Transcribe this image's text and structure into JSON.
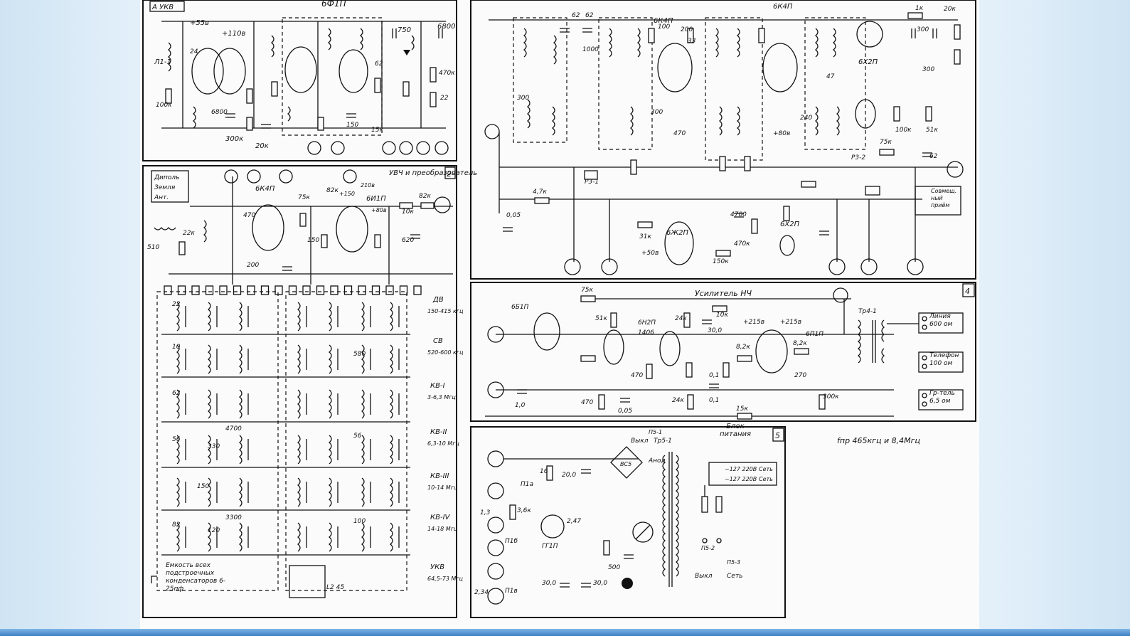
{
  "panels": {
    "p1": {
      "tube": "6Ф1П",
      "label_tr": "А УКВ"
    },
    "p2": {
      "number": "2",
      "title": "УВЧ и преобразователь",
      "tubes": [
        "6К4П",
        "6И1П"
      ],
      "inputs": [
        "Диполь",
        "Земля",
        "Ант."
      ],
      "bands": [
        {
          "name": "ДВ",
          "range": "150-415 кгц"
        },
        {
          "name": "СВ",
          "range": "520-600 кгц"
        },
        {
          "name": "КВ-I",
          "range": "3-6,3 Мгц"
        },
        {
          "name": "КВ-II",
          "range": "6,3-10 Мгц"
        },
        {
          "name": "КВ-III",
          "range": "10-14 Мгц"
        },
        {
          "name": "КВ-IV",
          "range": "14-18 Мгц"
        },
        {
          "name": "УКВ",
          "range": "64,5-73 Мгц"
        }
      ],
      "note": "Емкость всех подстроечных конденсаторов 6-25пф"
    },
    "p3": {
      "tubes": [
        "6К4П",
        "6К4П",
        "6Х2П",
        "6Ж2П",
        "6Х2П"
      ],
      "relay": "Р3-1",
      "relay2": "Р3-2",
      "separate_label": "Совмещ. ный приём"
    },
    "p4": {
      "number": "4",
      "title": "Усилитель НЧ",
      "tubes": [
        "6Б1П",
        "6Н2П",
        "6П1П"
      ],
      "transformer": "Тр4-1",
      "outputs": [
        "Линия 600 ом",
        "Телефон 100 ом",
        "Гр-тель 6,5 ом"
      ]
    },
    "p5": {
      "number": "5",
      "title": "Блок питания",
      "transformer": "Тр5-1",
      "mains": [
        "~127 220В",
        "~127 220В"
      ],
      "mains_label": "Сеть",
      "switch_labels": [
        "Выкл",
        "П5-1",
        "Анод",
        "П5-2",
        "П5-3",
        "Выкл",
        "Сеть"
      ],
      "rectifier": "ВС5"
    },
    "freq_note": "fпр 465кгц и 8,4Мгц"
  },
  "values": {
    "p1": [
      "+55в",
      "+110в",
      "6800",
      "300к",
      "20к",
      "100к",
      "750",
      "6800",
      "470к",
      "22",
      "150",
      "15к",
      "24",
      "62",
      "Л1-1"
    ],
    "p2": [
      "75к",
      "82к",
      "+150",
      "210в",
      "+80в",
      "82к",
      "10к",
      "620",
      "470",
      "150",
      "22к",
      "510",
      "200",
      "22",
      "10",
      "62",
      "56",
      "82",
      "4700",
      "3300",
      "150",
      "330",
      "120",
      "580",
      "56",
      "100"
    ],
    "p3": [
      "62",
      "62",
      "1000",
      "300",
      "300",
      "200",
      "100",
      "33",
      "47",
      "300",
      "100к",
      "51к",
      "75к",
      "0,05",
      "4,7к",
      "31к",
      "4700",
      "470к",
      "150к",
      "+50в",
      "62",
      "240",
      "+80в",
      "20к",
      "470",
      "300",
      "1к"
    ],
    "p4": [
      "75к",
      "51к",
      "24к",
      "10к",
      "30,0",
      "+215в",
      "+215в",
      "8,2к",
      "8,2к",
      "270",
      "300к",
      "470",
      "24к",
      "0,1",
      "0,1",
      "1,0",
      "15к",
      "470",
      "0,05",
      "1406"
    ],
    "p5": [
      "16",
      "20,0",
      "3,6к",
      "2,47",
      "30,0",
      "30,0",
      "500",
      "П1а",
      "П1б",
      "П1в",
      "ГГ1П",
      "1,3",
      "2,34"
    ]
  }
}
